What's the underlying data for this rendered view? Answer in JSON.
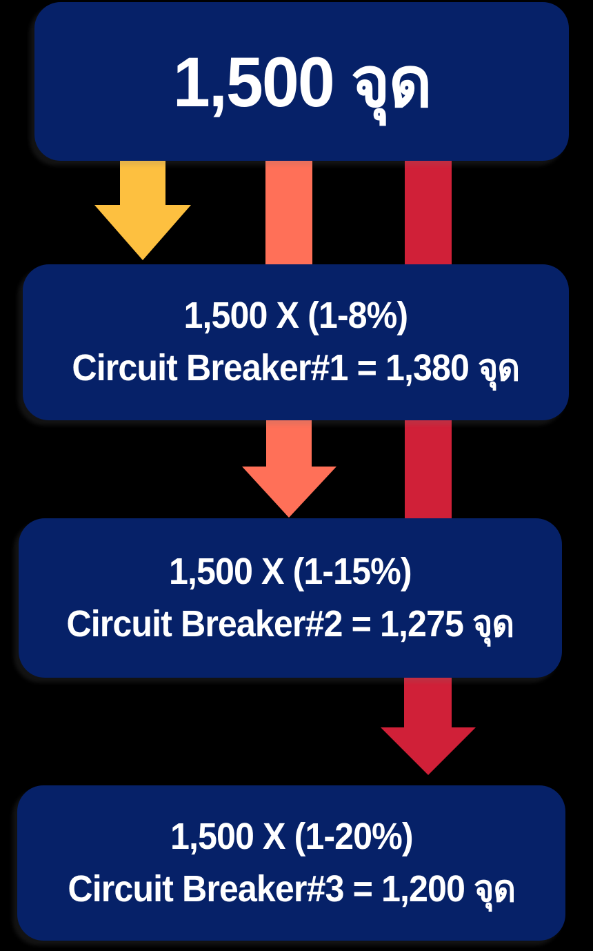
{
  "diagram": {
    "background_color": "#000000",
    "box_color": "#062168",
    "text_color": "#ffffff",
    "start": {
      "label": "1,500 จุด"
    },
    "steps": [
      {
        "formula": "1,500 X (1-8%)",
        "result": "Circuit Breaker#1 = 1,380 จุด",
        "arrow_color": "#fdc040"
      },
      {
        "formula": "1,500 X (1-15%)",
        "result": "Circuit Breaker#2 = 1,275 จุด",
        "arrow_color": "#ff7058"
      },
      {
        "formula": "1,500 X (1-20%)",
        "result": "Circuit Breaker#3 = 1,200 จุด",
        "arrow_color": "#d02038"
      }
    ]
  }
}
